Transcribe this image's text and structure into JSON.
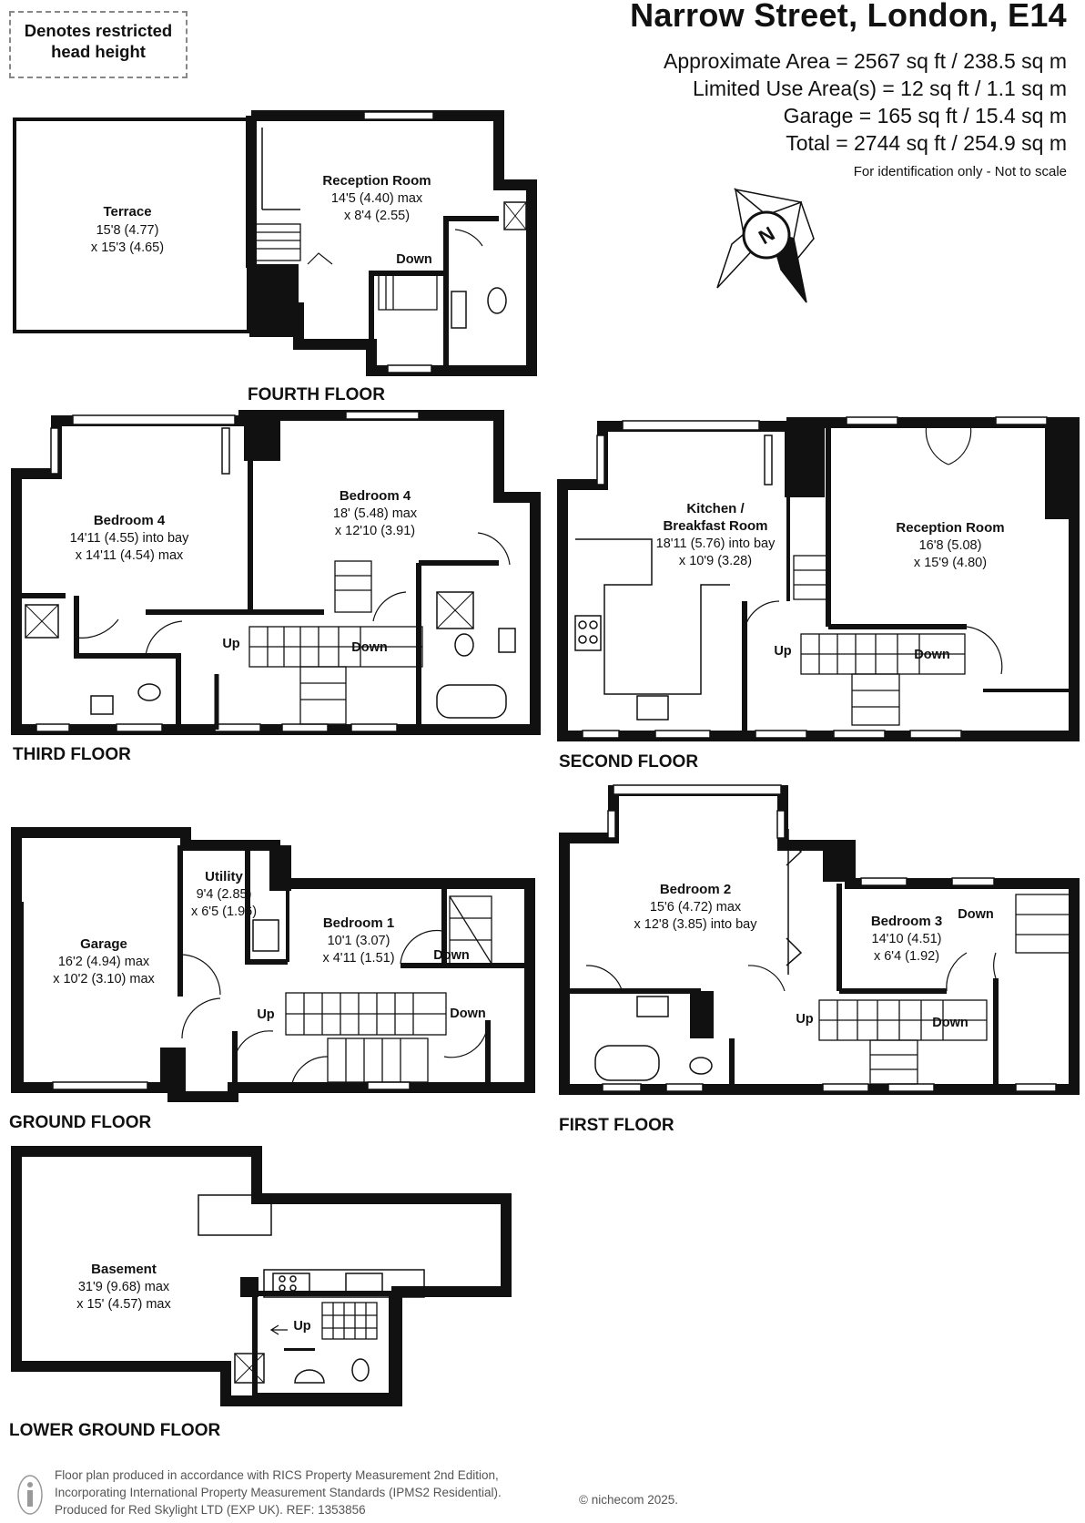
{
  "header": {
    "title": "Narrow Street, London, E14",
    "areas": [
      "Approximate Area = 2567 sq ft / 238.5 sq m",
      "Limited Use Area(s) = 12 sq ft / 1.1 sq m",
      "Garage = 165 sq ft / 15.4 sq m",
      "Total = 2744 sq ft / 254.9 sq m"
    ],
    "note": "For identification only - Not to scale"
  },
  "legend": {
    "line1": "Denotes restricted",
    "line2": "head height"
  },
  "compass": {
    "label": "N",
    "icon": "compass-rose-icon"
  },
  "floors": {
    "fourth": "FOURTH FLOOR",
    "third": "THIRD FLOOR",
    "second": "SECOND FLOOR",
    "first": "FIRST FLOOR",
    "ground": "GROUND FLOOR",
    "lower_ground": "LOWER GROUND FLOOR"
  },
  "rooms": {
    "terrace": {
      "name": "Terrace",
      "dim1": "15'8 (4.77)",
      "dim2": "x 15'3 (4.65)"
    },
    "reception4": {
      "name": "Reception Room",
      "dim1": "14'5 (4.40) max",
      "dim2": "x 8'4 (2.55)"
    },
    "bedroom4a": {
      "name": "Bedroom 4",
      "dim1": "14'11 (4.55) into bay",
      "dim2": "x 14'11 (4.54) max"
    },
    "bedroom4b": {
      "name": "Bedroom 4",
      "dim1": "18' (5.48) max",
      "dim2": "x 12'10 (3.91)"
    },
    "kitchen": {
      "name1": "Kitchen /",
      "name2": "Breakfast Room",
      "dim1": "18'11 (5.76) into bay",
      "dim2": "x 10'9 (3.28)"
    },
    "reception2": {
      "name": "Reception Room",
      "dim1": "16'8 (5.08)",
      "dim2": "x 15'9 (4.80)"
    },
    "bedroom2": {
      "name": "Bedroom 2",
      "dim1": "15'6 (4.72) max",
      "dim2": "x 12'8 (3.85) into bay"
    },
    "bedroom3": {
      "name": "Bedroom 3",
      "dim1": "14'10 (4.51)",
      "dim2": "x 6'4 (1.92)"
    },
    "garage": {
      "name": "Garage",
      "dim1": "16'2 (4.94) max",
      "dim2": "x 10'2 (3.10) max"
    },
    "utility": {
      "name": "Utility",
      "dim1": "9'4 (2.85)",
      "dim2": "x 6'5 (1.96)"
    },
    "bedroom1": {
      "name": "Bedroom 1",
      "dim1": "10'1 (3.07)",
      "dim2": "x 4'11 (1.51)"
    },
    "basement": {
      "name": "Basement",
      "dim1": "31'9 (9.68) max",
      "dim2": "x 15' (4.57) max"
    }
  },
  "stairs": {
    "up": "Up",
    "down": "Down"
  },
  "footer": {
    "line1": "Floor plan produced in accordance with RICS Property Measurement 2nd Edition,",
    "line2": "Incorporating International Property Measurement Standards (IPMS2 Residential).",
    "line3": "Produced for Red Skylight LTD (EXP UK).   REF:  1353856",
    "copyright": "© nichecom 2025."
  }
}
